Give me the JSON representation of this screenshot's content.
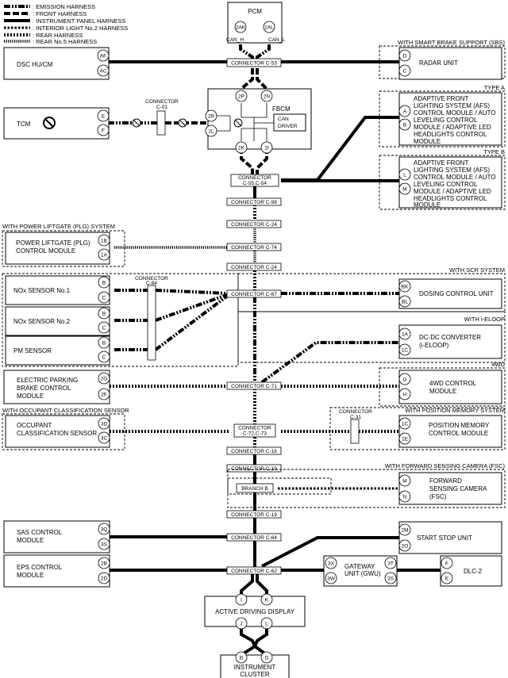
{
  "legend": [
    {
      "label": ": EMISSION HARNESS",
      "style": "w-em"
    },
    {
      "label": ": FRONT HARNESS",
      "style": "w-fr"
    },
    {
      "label": ": INSTRUMENT PANEL HARNESS",
      "style": "w-ip"
    },
    {
      "label": ": INTERIOR LIGHT No.2 HARNESS",
      "style": "w-il"
    },
    {
      "label": ": REAR HARNESS",
      "style": "w-rr"
    },
    {
      "label": ": REAR No.5 HARNESS",
      "style": "w-r5"
    }
  ],
  "pcm": {
    "title": "PCM",
    "pin_h": "2AK",
    "pin_l": "2AL",
    "can_h": "CAN_H",
    "can_l": "CAN_L"
  },
  "dsc": {
    "label": "DSC HU/CM",
    "pin1": "AF",
    "pin2": "AC"
  },
  "sbs": {
    "title": "WITH SMART BRAKE SUPPORT (SBS)",
    "label": "RADAR UNIT",
    "pin1": "D",
    "pin2": "C"
  },
  "tcm": {
    "label": "TCM",
    "pin1": "E",
    "pin2": "F",
    "connector_line1": "CONNECTOR",
    "connector_line2": "C-01"
  },
  "fbcm": {
    "label": "FBCM",
    "can_line1": "CAN",
    "can_line2": "DRIVER",
    "pins": {
      "p2p": "2P",
      "p2n": "2N",
      "p2r": "2R",
      "p2l": "2L",
      "p2k": "2K",
      "p2i": "2I"
    }
  },
  "afs_a": {
    "type": "TYPE A",
    "line1": "ADAPTIVE FRONT",
    "line2": "LIGHTING SYSTEM (AFS)",
    "line3": "CONTROL MODULE / AUTO",
    "line4": "LEVELING CONTROL",
    "line5": "MODULE / ADAPTIVE LED",
    "line6": "HEADLIGHTS CONTROL",
    "line7": "MODULE",
    "pin1": "A",
    "pin2": "B"
  },
  "afs_b": {
    "type": "TYPE B",
    "line1": "ADAPTIVE FRONT",
    "line2": "LIGHTING SYSTEM (AFS)",
    "line3": "CONTROL MODULE / AUTO",
    "line4": "LEVELING CONTROL",
    "line5": "MODULE / ADAPTIVE LED",
    "line6": "HEADLIGHTS CONTROL",
    "line7": "MODULE",
    "pin1": "L",
    "pin2": "M"
  },
  "connectors": {
    "c53": "CONNECTOR C-53",
    "c55_l1": "CONNECTOR",
    "c55_l2": "C-55,C-54",
    "c98": "CONNECTOR C-98",
    "c24a": "CONNECTOR C-24",
    "c74": "CONNECTOR C-74",
    "c24b": "CONNECTOR C-24",
    "c67": "CONNECTOR C-67",
    "c71": "CONNECTOR C-71",
    "c72_l1": "CONNECTOR",
    "c72_l2": "C-72,C-73",
    "c16": "CONNECTOR C-16",
    "c19a": "CONNECTOR C-19",
    "branch": "BRANCH B",
    "c19b": "CONNECTOR C-19",
    "c64": "CONNECTOR C-64",
    "c62": "CONNECTOR C-62",
    "c84_l1": "CONNECTOR",
    "c84_l2": "C-84",
    "c31_l1": "CONNECTOR",
    "c31_l2": "C-31"
  },
  "plg": {
    "title": "WITH POWER LIFTGATE (PLG) SYSTEM",
    "line1": "POWER LIFTGATE (PLG)",
    "line2": "CONTROL MODULE",
    "pin1": "1B",
    "pin2": "1A"
  },
  "scr": {
    "title": "WITH SCR SYSTEM",
    "label": "DOSING CONTROL UNIT",
    "pin1": "BK",
    "pin2": "BL"
  },
  "nox1": {
    "label": "NOx SENSOR No.1",
    "pin1": "B",
    "pin2": "C"
  },
  "nox2": {
    "label": "NOx SENSOR No.2",
    "pin1": "B",
    "pin2": "C"
  },
  "pm": {
    "label": "PM SENSOR",
    "pin1": "B",
    "pin2": "C"
  },
  "iloop": {
    "title": "WITH i-ELOOP",
    "line1": "DC-DC CONVERTER",
    "line2": "(i-ELOOP)",
    "pin1": "1A",
    "pin2": "1C"
  },
  "epb": {
    "line1": "ELECTRIC PARKING",
    "line2": "BRAKE CONTROL",
    "line3": "MODULE",
    "pin1": "2G",
    "pin2": "2F"
  },
  "fwd4": {
    "title": "4WD",
    "line1": "4WD CONTROL",
    "line2": "MODULE",
    "pin1": "G",
    "pin2": "H"
  },
  "ocs": {
    "title": "WITH OCCUPANT CLASSIFICATION SENSOR",
    "line1": "OCCUPANT",
    "line2": "CLASSIFICATION SENSOR",
    "pin1": "3D",
    "pin2": "3C"
  },
  "pos": {
    "title": "WITH POSITION MEMORY SYSTEM",
    "line1": "POSITION MEMORY",
    "line2": "CONTROL MODULE",
    "pin1": "1C",
    "pin2": "1E"
  },
  "fsc": {
    "title": "WITH FORWARD SENSING CAMERA (FSC)",
    "line1": "FORWARD",
    "line2": "SENSING CAMERA",
    "line3": "(FSC)",
    "pin1": "M",
    "pin2": "N"
  },
  "sas": {
    "line1": "SAS CONTROL",
    "line2": "MODULE",
    "pin1": "3Q",
    "pin2": "3S"
  },
  "ssu": {
    "label": "START STOP UNIT",
    "pin1": "2M",
    "pin2": "2O"
  },
  "eps": {
    "line1": "EPS CONTROL",
    "line2": "MODULE",
    "pin1": "2B",
    "pin2": "2D"
  },
  "gwu": {
    "line1": "GATEWAY",
    "line2": "UNIT (GWU)",
    "pin1": "3X",
    "pin2": "3W",
    "pin3": "3T",
    "pin4": "3S"
  },
  "dlc": {
    "label": "DLC-2",
    "pin1": "F",
    "pin2": "E"
  },
  "add": {
    "label": "ACTIVE DRIVING DISPLAY",
    "pin1": "I",
    "pin2": "K",
    "pin3": "J",
    "pin4": "L"
  },
  "cluster": {
    "line1": "INSTRUMENT",
    "line2": "CLUSTER",
    "pin1": "B",
    "pin2": "D"
  }
}
